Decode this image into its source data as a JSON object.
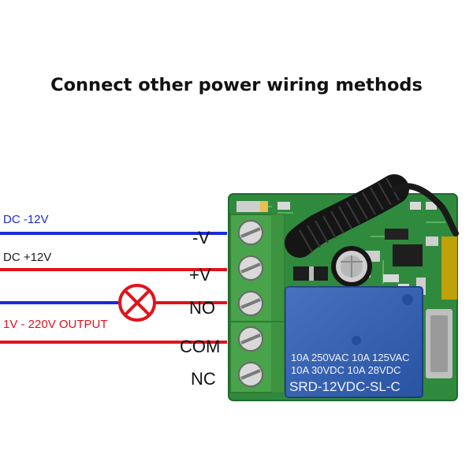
{
  "title": "Connect other power wiring methods",
  "colors": {
    "negative_wire": "#1a2bd6",
    "positive_wire": "#e3121b",
    "lamp": "#e3121b",
    "pcb": "#2f8a3e",
    "terminal_block": "#48a34a",
    "relay": "#2e5fb8",
    "antenna": "#1b1b1b"
  },
  "wires": [
    {
      "label": "DC -12V",
      "color": "blue"
    },
    {
      "label": "DC +12V",
      "color": "red"
    },
    {
      "label": "",
      "color": "blue"
    },
    {
      "label": "1V - 220V OUTPUT",
      "color": "red"
    }
  ],
  "terminals": [
    "-V",
    "+V",
    "NO",
    "COM",
    "NC"
  ],
  "relay": {
    "ratings": [
      "10A 250VAC  10A 125VAC",
      "10A  30VDC  10A  28VDC"
    ],
    "model": "SRD-12VDC-SL-C"
  },
  "icons": {
    "lamp": "lamp-icon",
    "antenna": "coiled-antenna-icon",
    "capacitor": "capacitor-icon"
  }
}
